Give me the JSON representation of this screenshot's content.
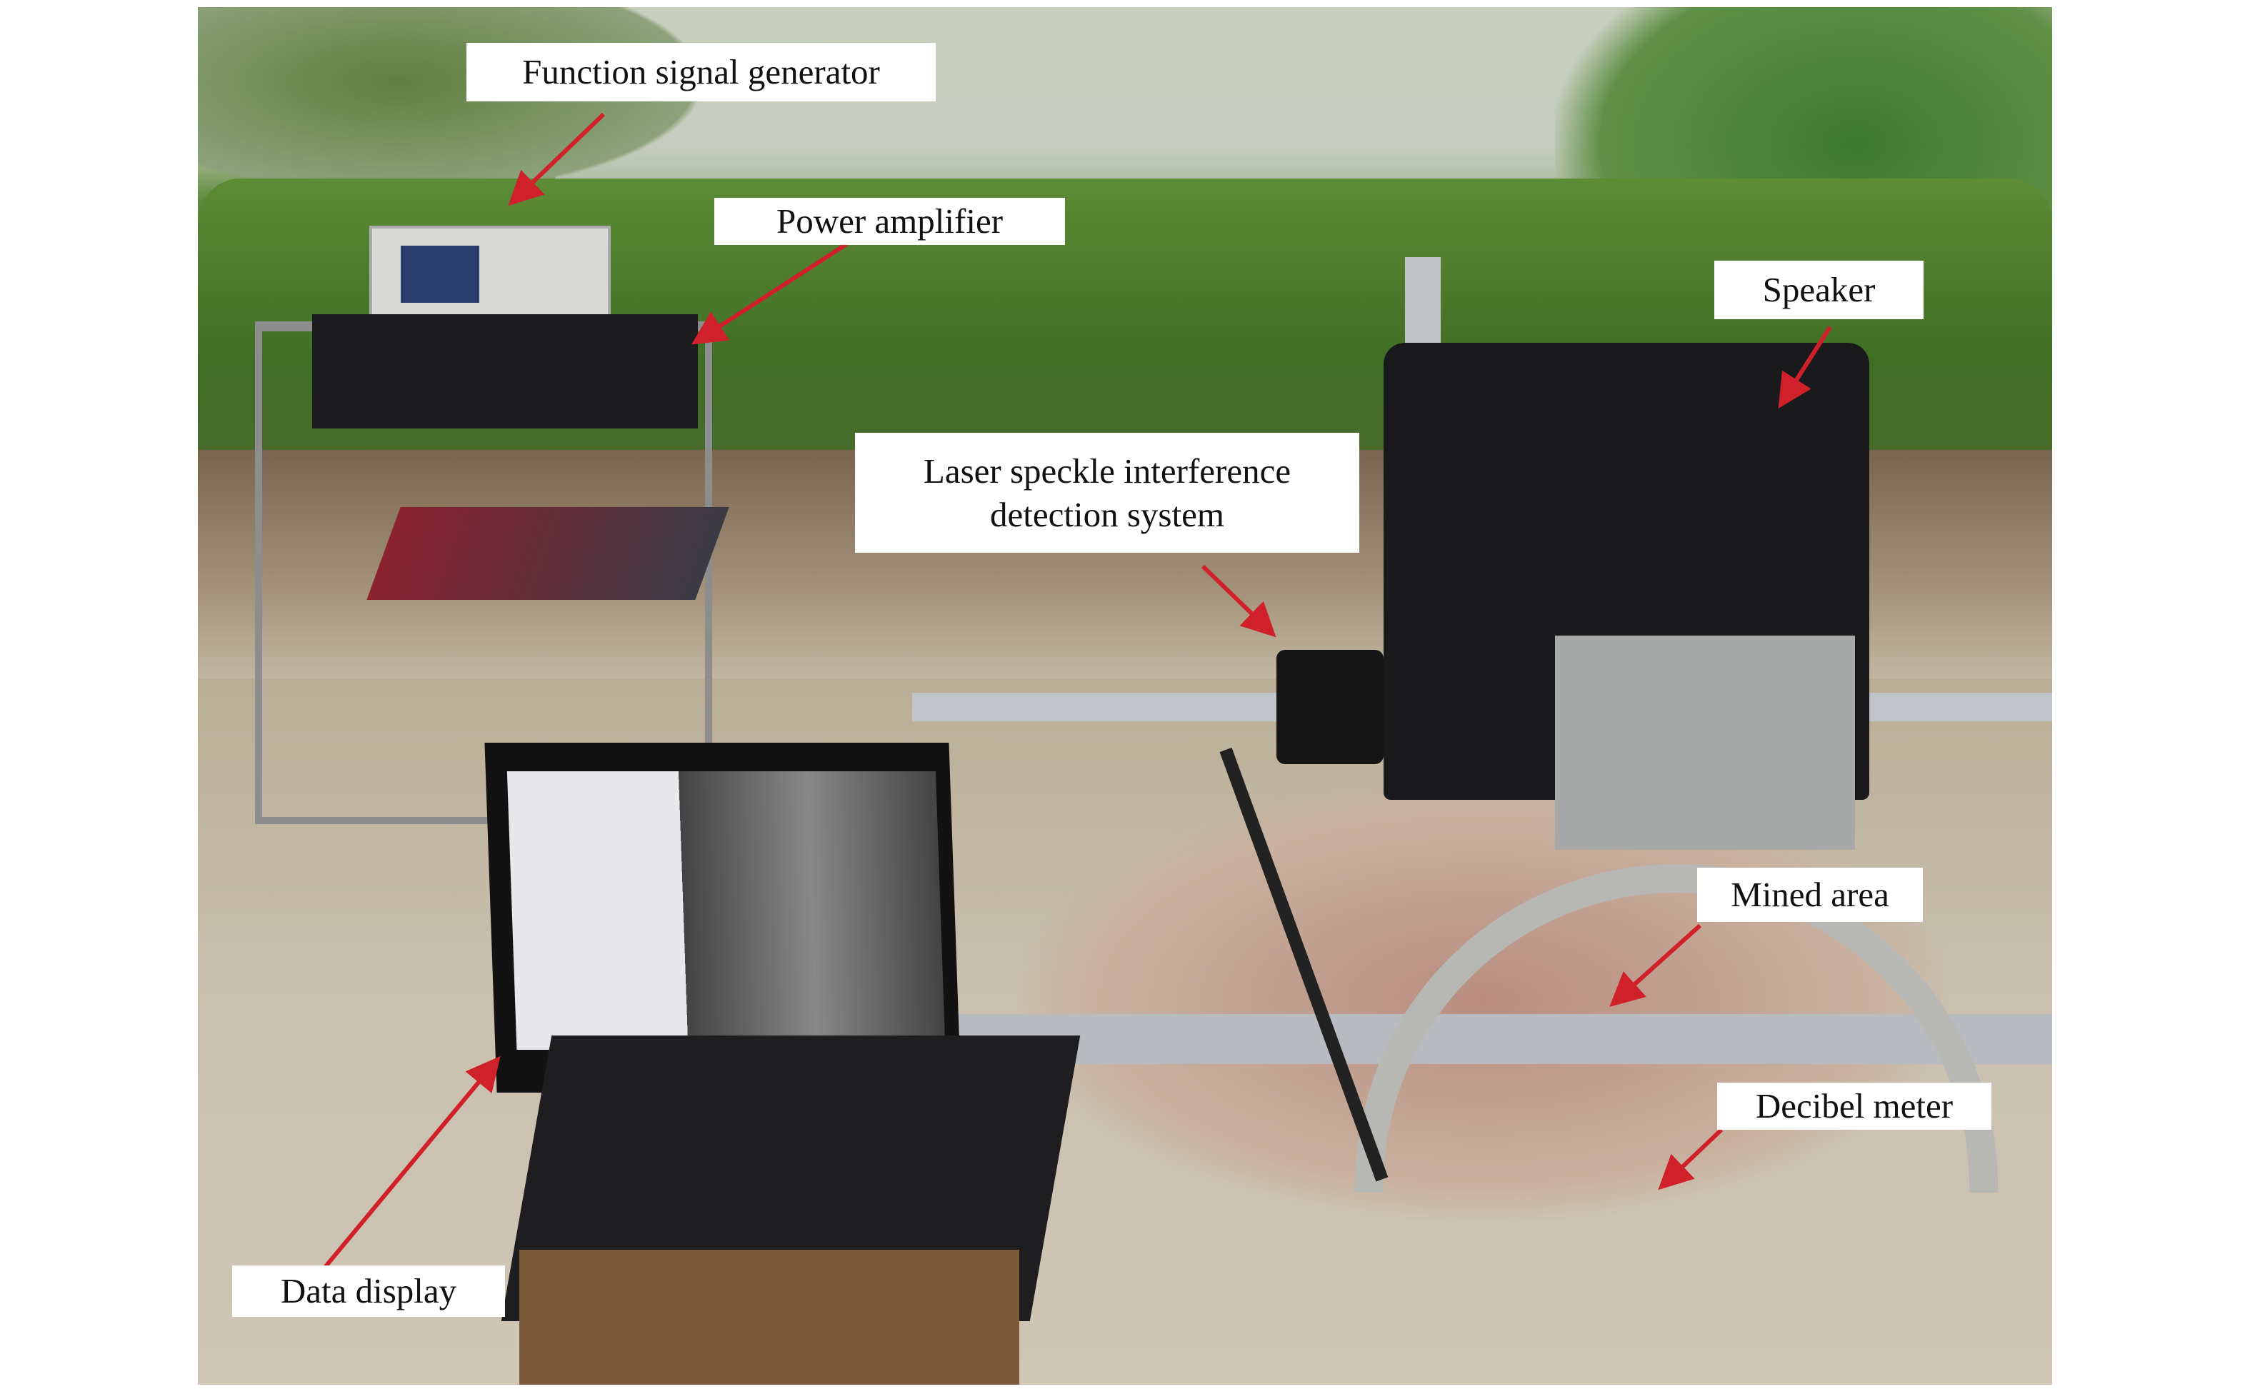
{
  "figure": {
    "labels": {
      "function_signal_generator": "Function signal generator",
      "power_amplifier": "Power amplifier",
      "speaker": "Speaker",
      "laser_line1": "Laser speckle interference",
      "laser_line2": "detection system",
      "mined_area": "Mined area",
      "decibel_meter": "Decibel meter",
      "data_display": "Data display"
    },
    "colors": {
      "arrow": "#d0202a",
      "label_bg": "#ffffff"
    }
  }
}
